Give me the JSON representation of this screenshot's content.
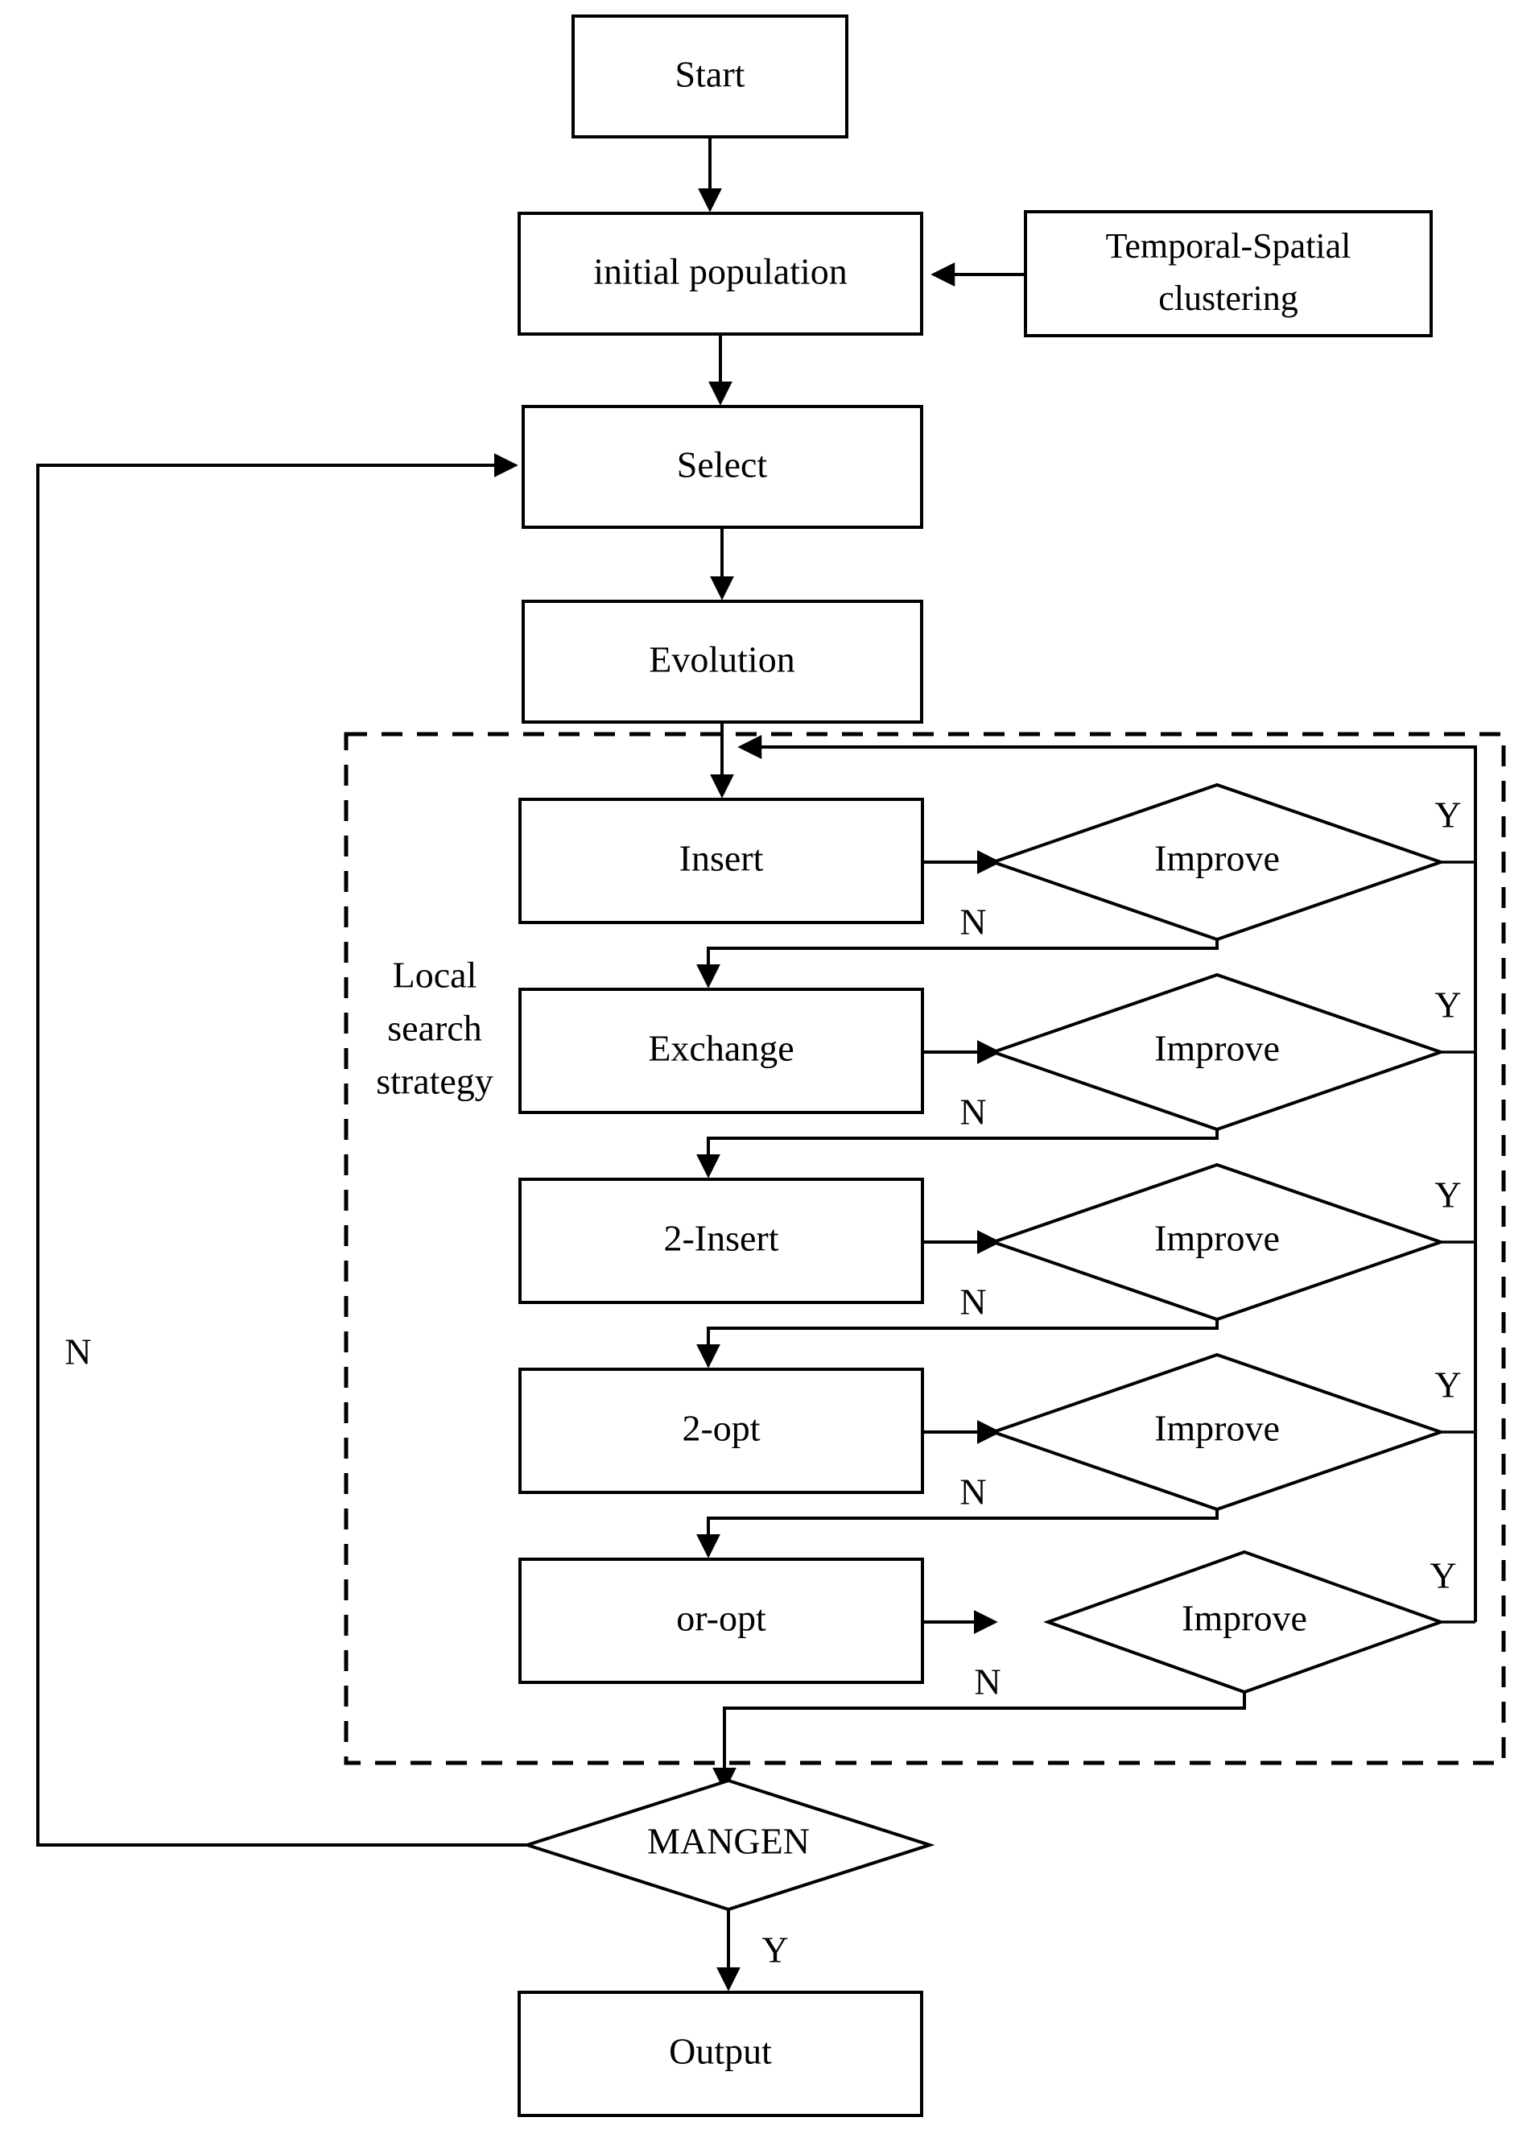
{
  "diagram": {
    "title": "Algorithm flowchart",
    "type": "flowchart",
    "background_color": "#ffffff",
    "line_color": "#000000"
  },
  "nodes": {
    "start": "Start",
    "initial_population": "initial population",
    "temporal_spatial_clustering": "Temporal-Spatial clustering",
    "temporal_spatial_clustering_line1": "Temporal-Spatial",
    "temporal_spatial_clustering_line2": "clustering",
    "select": "Select",
    "evolution": "Evolution",
    "insert": "Insert",
    "exchange": "Exchange",
    "two_insert": "2-Insert",
    "two_opt": "2-opt",
    "or_opt": "or-opt",
    "mangen": "MANGEN",
    "output": "Output"
  },
  "decisions": {
    "improve_1": "Improve",
    "improve_2": "Improve",
    "improve_3": "Improve",
    "improve_4": "Improve",
    "improve_5": "Improve",
    "mangen": "MANGEN"
  },
  "group_label": {
    "line1": "Local",
    "line2": "search",
    "line3": "strategy",
    "full": "Local search strategy"
  },
  "edge_labels": {
    "improve_1_yes": "Y",
    "improve_1_no": "N",
    "improve_2_yes": "Y",
    "improve_2_no": "N",
    "improve_3_yes": "Y",
    "improve_3_no": "N",
    "improve_4_yes": "Y",
    "improve_4_no": "N",
    "improve_5_yes": "Y",
    "improve_5_no": "N",
    "mangen_yes": "Y",
    "mangen_no": "N"
  }
}
